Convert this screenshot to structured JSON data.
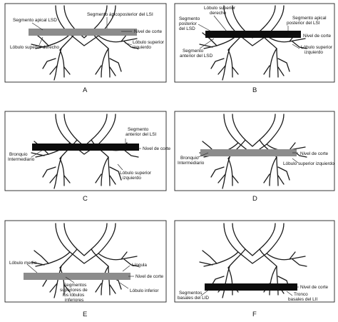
{
  "panels": {
    "A": {
      "caption": "A",
      "labels": [
        "Segmento apical LSD",
        "Segmento ápicoposterior del LSI",
        "Nivel de corte",
        "Lóbulo superior derecho",
        "Lóbulo superior",
        "izquierdo"
      ]
    },
    "B": {
      "caption": "B",
      "labels": [
        "Lóbulo superior",
        "derecho",
        "Segmento",
        "posterior",
        "del LSD",
        "Segmento apical",
        "posterior del LSI",
        "Nivel de corte",
        "Segmento",
        "anterior del LSD",
        "Lóbulo superior",
        "izquierdo"
      ]
    },
    "C": {
      "caption": "C",
      "labels": [
        "Segmento",
        "anterior del LSI",
        "Nivel de corte",
        "Bronquio",
        "Intermediario",
        "Lóbulo superior",
        "izquierdo"
      ]
    },
    "D": {
      "caption": "D",
      "labels": [
        "Bronquio",
        "Intermediario",
        "Nivel de corte",
        "Lóbulo superior izquierdo"
      ]
    },
    "E": {
      "caption": "E",
      "labels": [
        "Lóbulo medio",
        "Língula",
        "Nivel de corte",
        "Segmentos",
        "superiores de",
        "los lóbulos",
        "inferiores",
        "Lóbulo inferior"
      ]
    },
    "F": {
      "caption": "F",
      "labels": [
        "Nivel de corte",
        "Segmentos",
        "basales del LID",
        "Tronco",
        "basales del LII"
      ]
    }
  },
  "colors": {
    "bar_black": "#0d0d0d",
    "bar_gray": "#8c8c8c",
    "line": "#1a1a1a"
  }
}
